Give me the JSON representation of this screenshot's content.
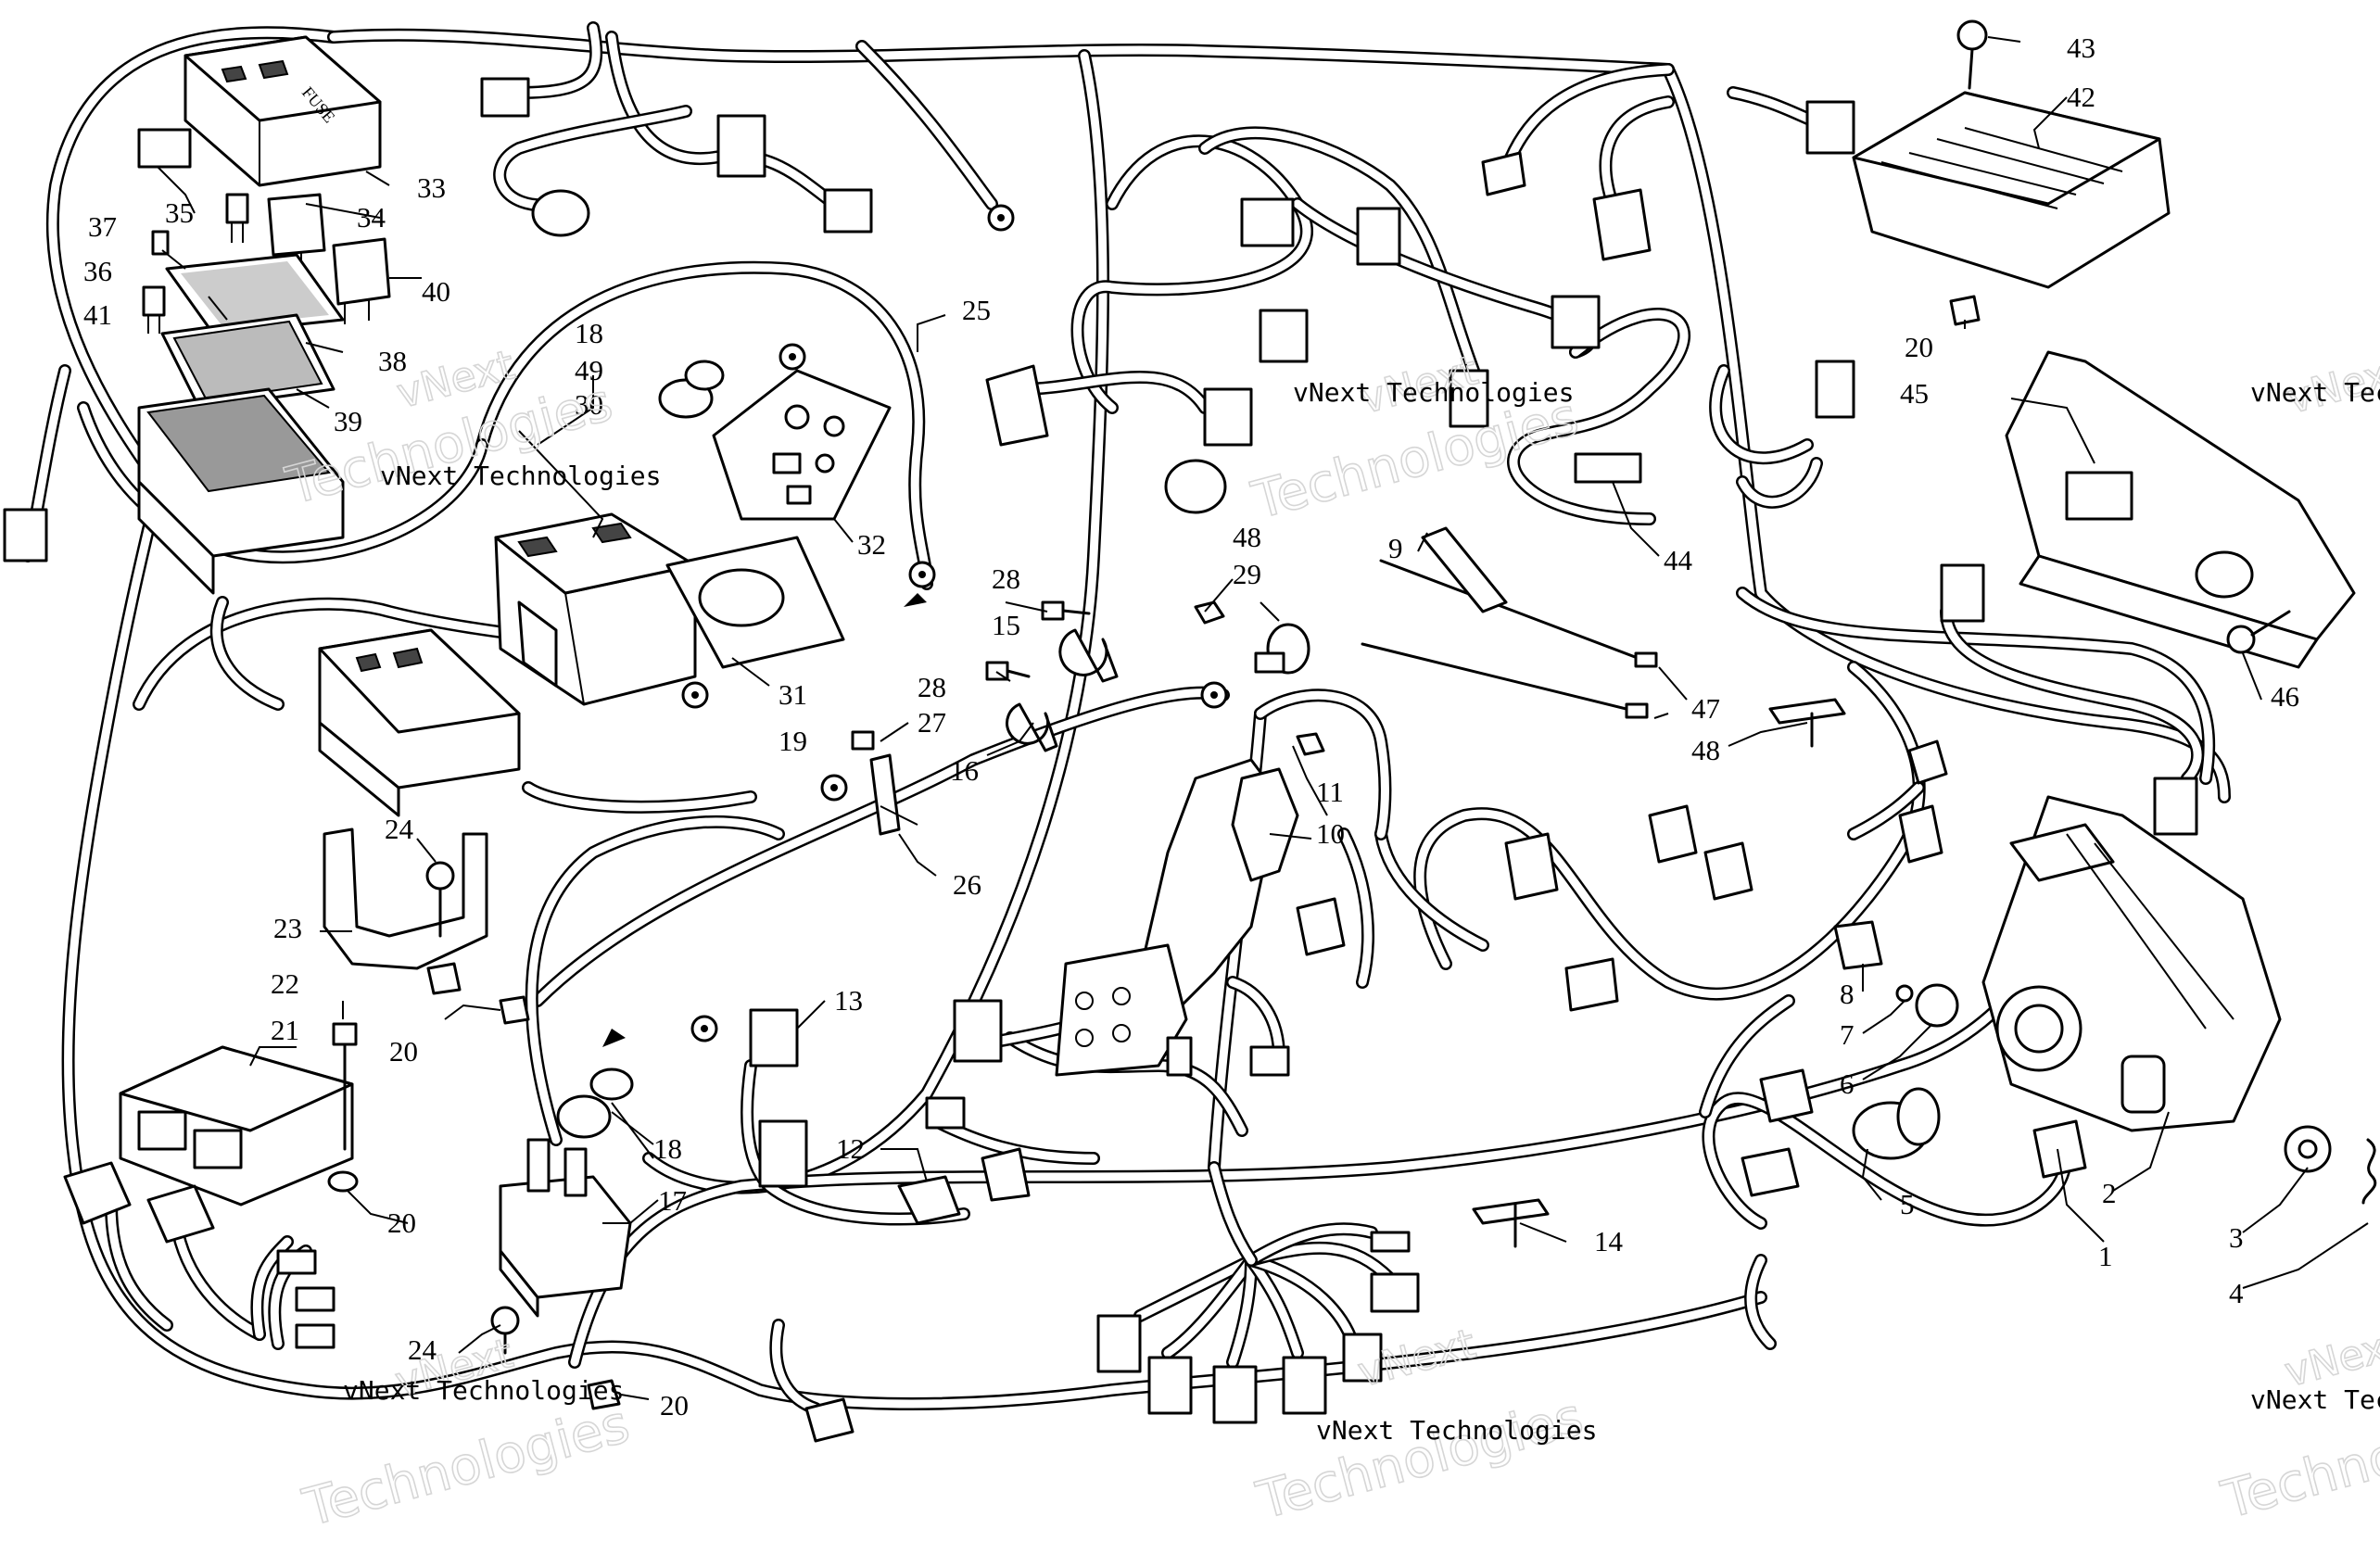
{
  "watermark": {
    "line1": "vNext",
    "line2": "Technologies",
    "line_mono": "vNext Technologies"
  },
  "callouts": [
    {
      "id": "c1",
      "label": "1"
    },
    {
      "id": "c2",
      "label": "2"
    },
    {
      "id": "c3",
      "label": "3"
    },
    {
      "id": "c4",
      "label": "4"
    },
    {
      "id": "c5",
      "label": "5"
    },
    {
      "id": "c6",
      "label": "6"
    },
    {
      "id": "c7",
      "label": "7"
    },
    {
      "id": "c8",
      "label": "8"
    },
    {
      "id": "c9",
      "label": "9"
    },
    {
      "id": "c10",
      "label": "10"
    },
    {
      "id": "c11",
      "label": "11"
    },
    {
      "id": "c12",
      "label": "12"
    },
    {
      "id": "c13",
      "label": "13"
    },
    {
      "id": "c14",
      "label": "14"
    },
    {
      "id": "c15",
      "label": "15"
    },
    {
      "id": "c16",
      "label": "16"
    },
    {
      "id": "c17",
      "label": "17"
    },
    {
      "id": "c18a",
      "label": "18"
    },
    {
      "id": "c18b",
      "label": "18"
    },
    {
      "id": "c19",
      "label": "19"
    },
    {
      "id": "c20a",
      "label": "20"
    },
    {
      "id": "c20b",
      "label": "20"
    },
    {
      "id": "c20c",
      "label": "20"
    },
    {
      "id": "c20d",
      "label": "20"
    },
    {
      "id": "c21",
      "label": "21"
    },
    {
      "id": "c22",
      "label": "22"
    },
    {
      "id": "c23",
      "label": "23"
    },
    {
      "id": "c24a",
      "label": "24"
    },
    {
      "id": "c24b",
      "label": "24"
    },
    {
      "id": "c25",
      "label": "25"
    },
    {
      "id": "c26",
      "label": "26"
    },
    {
      "id": "c27",
      "label": "27"
    },
    {
      "id": "c28a",
      "label": "28"
    },
    {
      "id": "c28b",
      "label": "28"
    },
    {
      "id": "c29",
      "label": "29"
    },
    {
      "id": "c30",
      "label": "30"
    },
    {
      "id": "c31",
      "label": "31"
    },
    {
      "id": "c32",
      "label": "32"
    },
    {
      "id": "c33",
      "label": "33"
    },
    {
      "id": "c34",
      "label": "34"
    },
    {
      "id": "c35",
      "label": "35"
    },
    {
      "id": "c36",
      "label": "36"
    },
    {
      "id": "c37",
      "label": "37"
    },
    {
      "id": "c38",
      "label": "38"
    },
    {
      "id": "c39",
      "label": "39"
    },
    {
      "id": "c40",
      "label": "40"
    },
    {
      "id": "c41",
      "label": "41"
    },
    {
      "id": "c42",
      "label": "42"
    },
    {
      "id": "c43",
      "label": "43"
    },
    {
      "id": "c44",
      "label": "44"
    },
    {
      "id": "c45",
      "label": "45"
    },
    {
      "id": "c46",
      "label": "46"
    },
    {
      "id": "c47",
      "label": "47"
    },
    {
      "id": "c48a",
      "label": "48"
    },
    {
      "id": "c48b",
      "label": "48"
    },
    {
      "id": "c49",
      "label": "49"
    }
  ],
  "fuse_box_text": "FUSE"
}
